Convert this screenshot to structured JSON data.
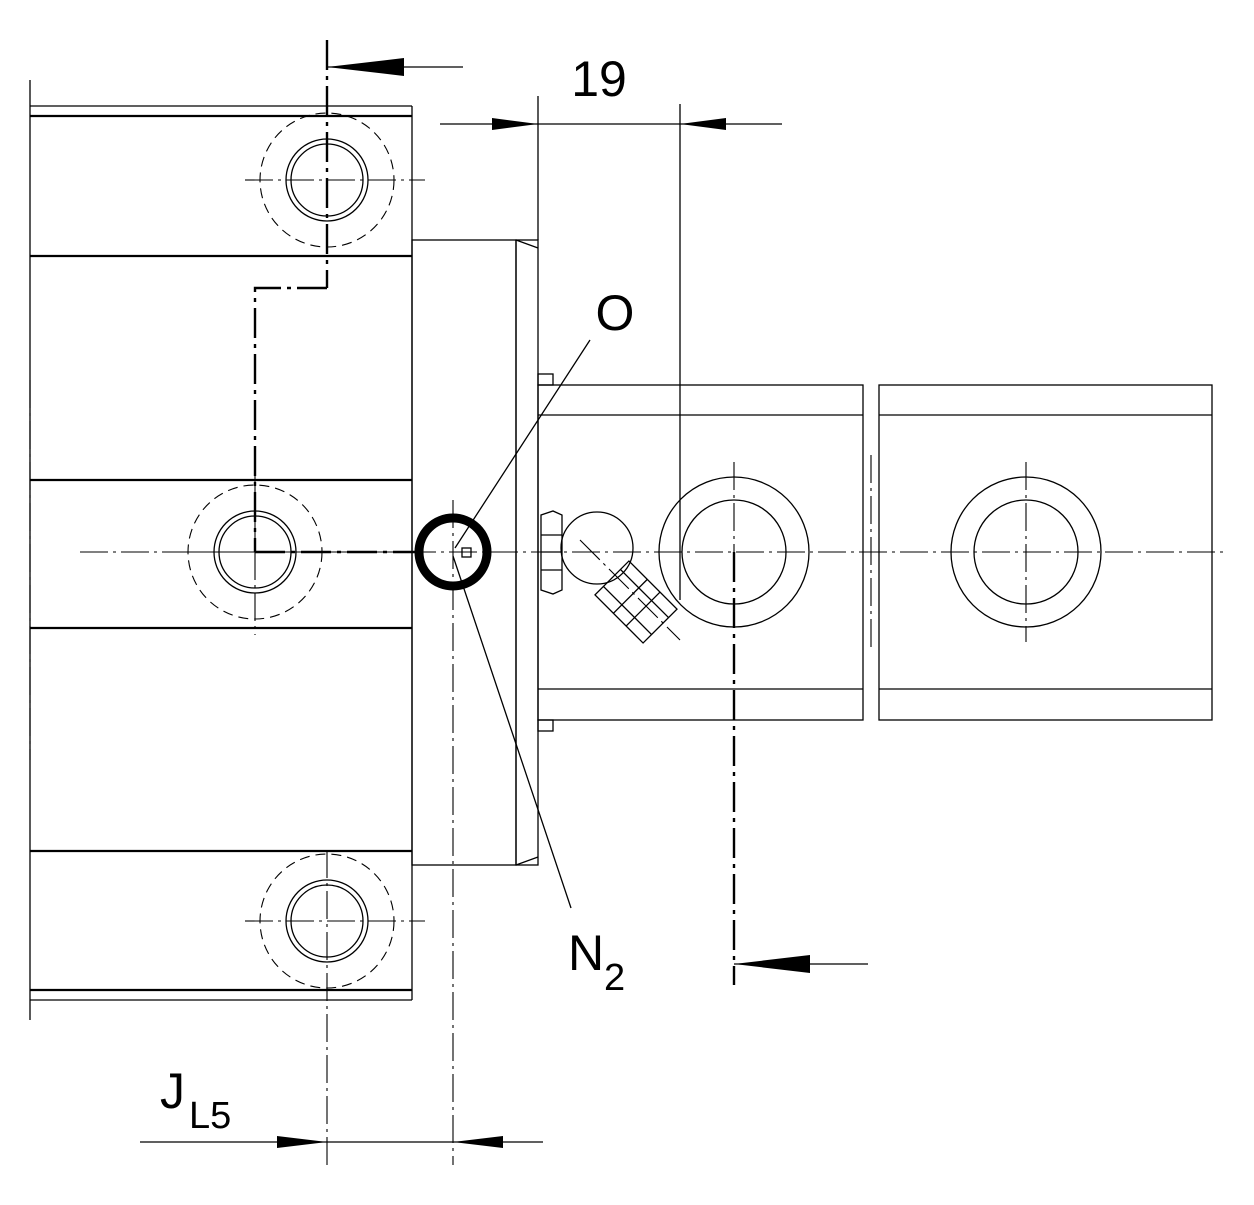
{
  "labels": {
    "dimension_top": "19",
    "point_o": "O",
    "point_n_main": "N",
    "point_n_sub": "2",
    "dimension_bottom_main": "J",
    "dimension_bottom_sub": "L5"
  }
}
